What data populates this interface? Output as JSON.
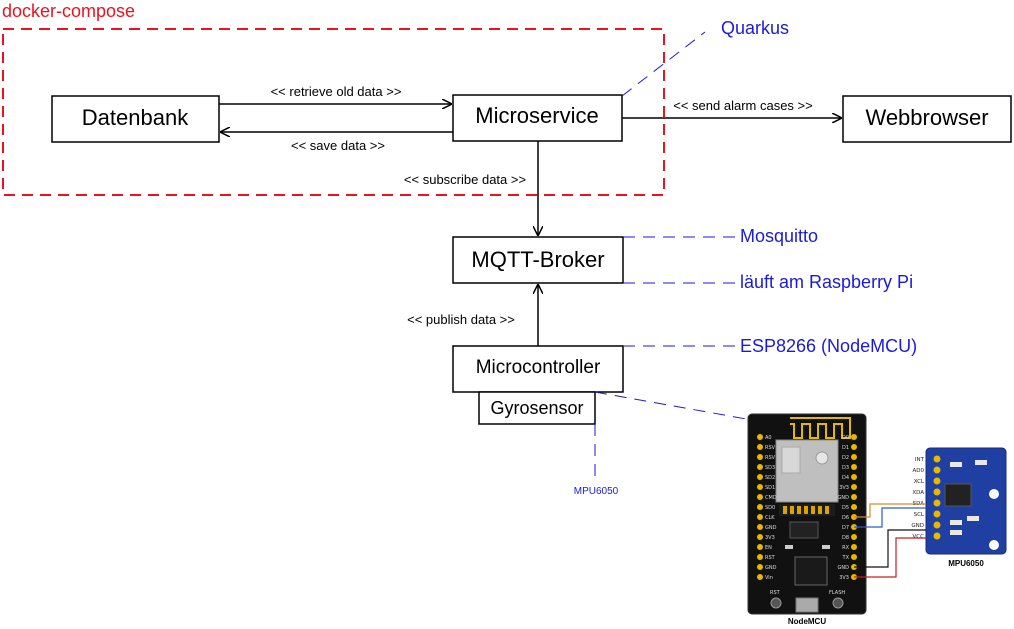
{
  "group": {
    "label": "docker-compose",
    "color": "#e8141e"
  },
  "nodes": {
    "database": "Datenbank",
    "microservice": "Microservice",
    "webbrowser": "Webbrowser",
    "broker": "MQTT-Broker",
    "microcontroller": "Microcontroller",
    "gyrosensor": "Gyrosensor"
  },
  "edges": {
    "retrieve": "<< retrieve old data >>",
    "save": "<< save data >>",
    "alarm": "<< send alarm cases >>",
    "subscribe": "<< subscribe data >>",
    "publish": "<< publish data >>"
  },
  "notes": {
    "quarkus": "Quarkus",
    "mosquitto": "Mosquitto",
    "raspberry": "läuft am Raspberry Pi",
    "esp": "ESP8266 (NodeMCU)",
    "mpu": "MPU6050",
    "color": "#1a1adc"
  },
  "board": {
    "nodemcu_caption": "NodeMCU",
    "mpu_caption": "MPU6050",
    "left_pins": [
      "A0",
      "RSV",
      "RSV",
      "SD3",
      "SD2",
      "SD1",
      "CMD",
      "SD0",
      "CLK",
      "GND",
      "3V3",
      "EN",
      "RST",
      "GND",
      "Vin"
    ],
    "right_pins": [
      "D0",
      "D1",
      "D2",
      "D3",
      "D4",
      "3V3",
      "GND",
      "D5",
      "D6",
      "D7",
      "D8",
      "RX",
      "TX",
      "GND",
      "3V3"
    ],
    "mpu_pins": [
      "INT",
      "AD0",
      "XCL",
      "XDA",
      "SDA",
      "SCL",
      "GND",
      "VCC"
    ],
    "rst_label": "RST",
    "flash_label": "FLASH"
  }
}
